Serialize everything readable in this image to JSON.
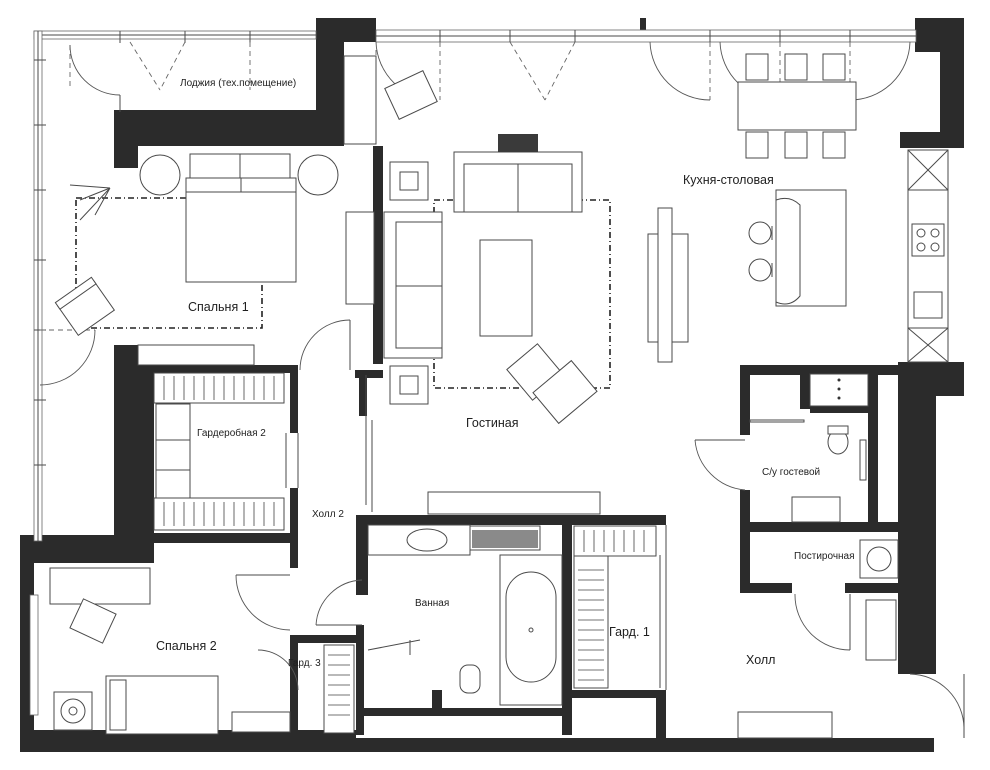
{
  "rooms": {
    "loggia": "Лоджия (тех.помещение)",
    "bedroom1": "Спальня 1",
    "wardrobe2": "Гардеробная 2",
    "living": "Гостиная",
    "kitchen": "Кухня-столовая",
    "guest_wc": "С/у гостевой",
    "laundry": "Постирочная",
    "hall2": "Холл 2",
    "bathroom": "Ванная",
    "ward1": "Гард. 1",
    "hall": "Холл",
    "bedroom2": "Спальня 2",
    "ward3": "Гард. 3"
  },
  "colors": {
    "wall": "#2b2b2b",
    "line": "#4a4a4a",
    "background": "#ffffff"
  }
}
